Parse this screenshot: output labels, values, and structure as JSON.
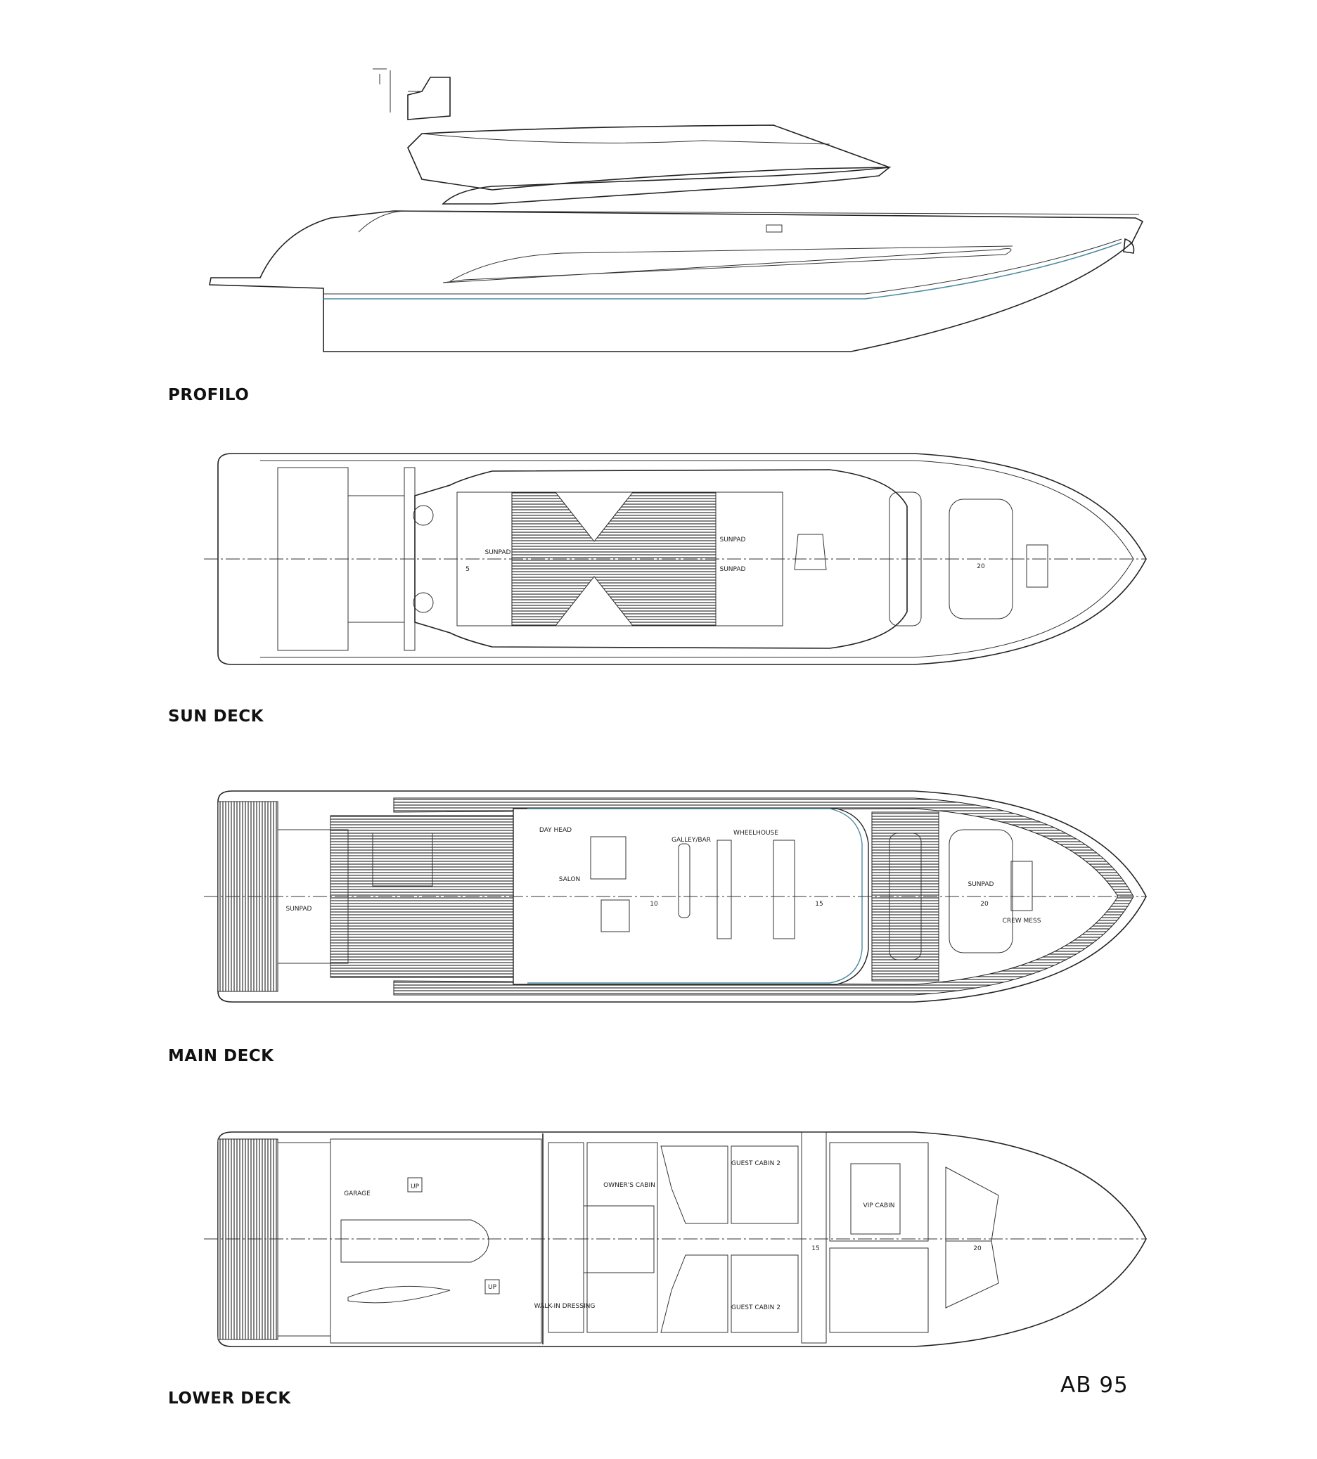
{
  "model": "AB 95",
  "views": [
    {
      "id": "profile",
      "label": "PROFILO"
    },
    {
      "id": "sun",
      "label": "SUN DECK",
      "rooms": [
        "SUNPAD",
        "SUNPAD",
        "SUNPAD"
      ]
    },
    {
      "id": "main",
      "label": "MAIN DECK",
      "rooms": [
        "DAY HEAD",
        "SALON",
        "GALLEY/BAR",
        "WHEELHOUSE",
        "SUNPAD",
        "CREW MESS"
      ]
    },
    {
      "id": "lower",
      "label": "LOWER DECK",
      "rooms": [
        "GARAGE",
        "UP",
        "UP",
        "OWNER'S CABIN",
        "WALK-IN DRESSING",
        "GUEST CABIN 2",
        "GUEST CABIN 2",
        "VIP CABIN"
      ]
    }
  ],
  "station_marks": [
    "5",
    "10",
    "15",
    "20"
  ],
  "colors": {
    "line": "#222222",
    "waterline": "#4a8aa0",
    "background": "#ffffff"
  }
}
